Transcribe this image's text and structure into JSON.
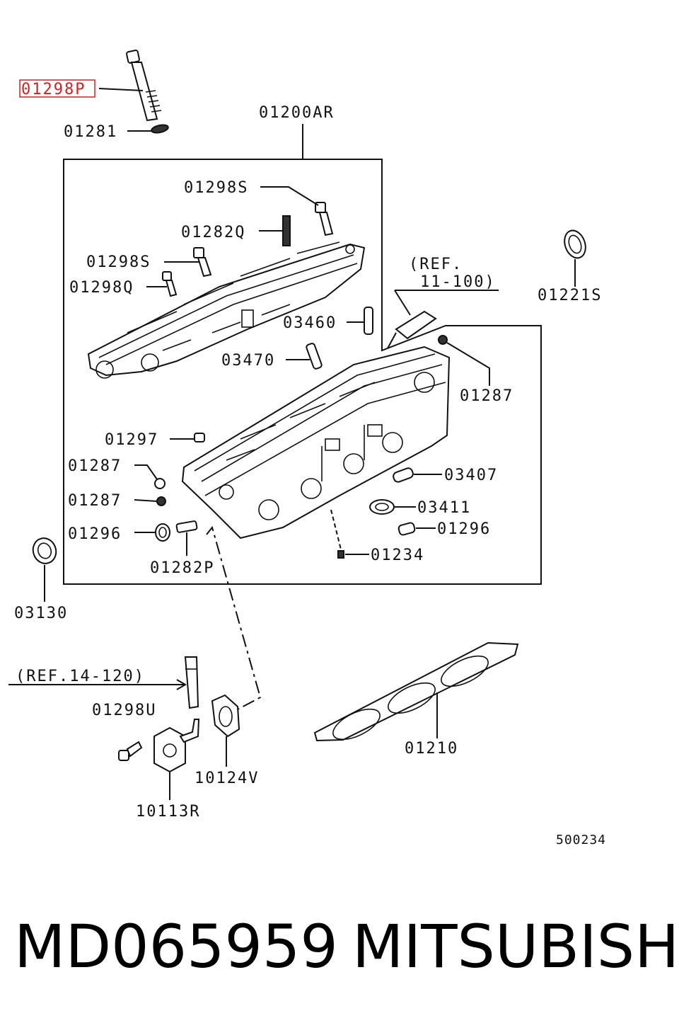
{
  "diagram": {
    "highlight_color": "#d42020",
    "labels": {
      "l01298P": "01298P",
      "l01281": "01281",
      "l01200AR": "01200AR",
      "l01298S_a": "01298S",
      "l01282Q": "01282Q",
      "l01298S_b": "01298S",
      "l01298Q": "01298Q",
      "ref1": "(REF.",
      "ref2": "11-100)",
      "l01221S": "01221S",
      "l03460": "03460",
      "l03470": "03470",
      "l01287_a": "01287",
      "l01297": "01297",
      "l01287_b": "01287",
      "l01287_c": "01287",
      "l01296_a": "01296",
      "l03407": "03407",
      "l03411": "03411",
      "l01296_b": "01296",
      "l01234": "01234",
      "l01282P": "01282P",
      "l03130": "03130",
      "ref14": "(REF.14-120)",
      "l01298U": "01298U",
      "l01210": "01210",
      "l10124V": "10124V",
      "l10113R": "10113R",
      "figure_no": "500234"
    }
  },
  "footer": {
    "part_number": "MD065959",
    "brand": "MITSUBISHI"
  }
}
